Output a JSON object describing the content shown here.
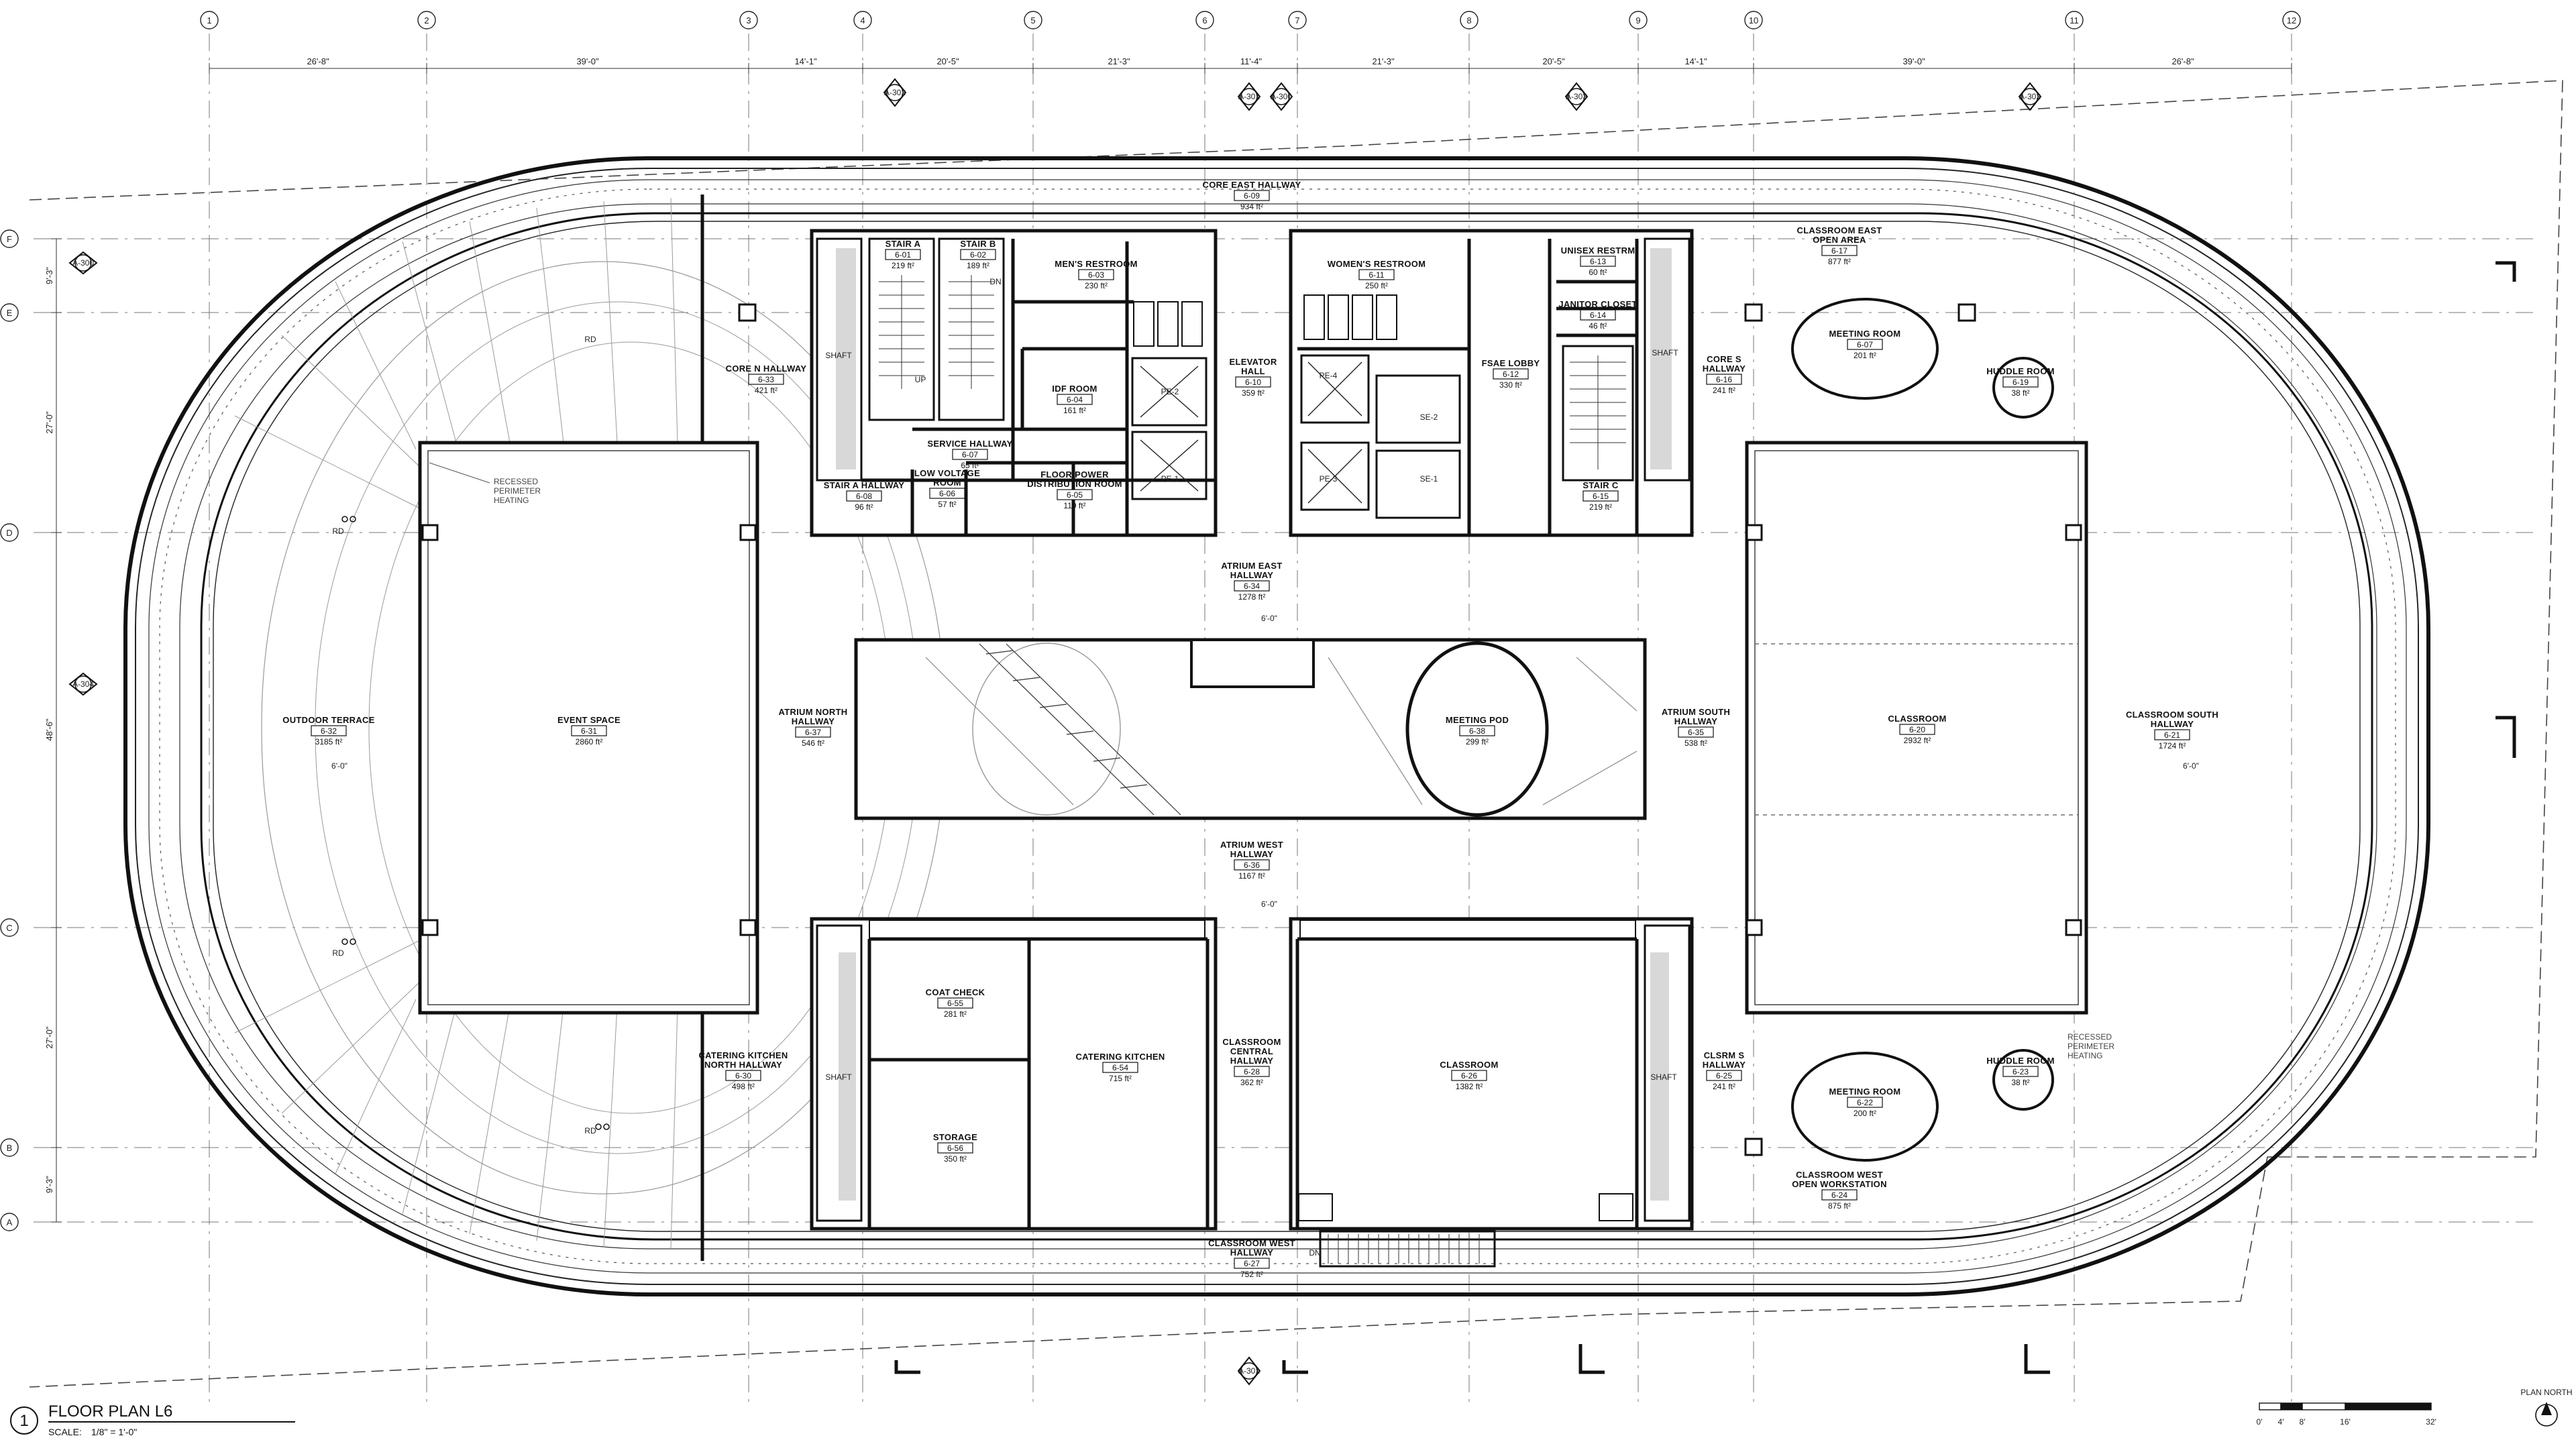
{
  "plan": {
    "title": "FLOOR PLAN L6",
    "view_number": "1",
    "scale_label": "SCALE:",
    "scale_value": "1/8\" = 1'-0\"",
    "north_label": "PLAN NORTH",
    "scalebar_ticks": [
      "0'",
      "4'",
      "8'",
      "16'",
      "32'"
    ]
  },
  "grid": {
    "columns": [
      "1",
      "2",
      "3",
      "4",
      "5",
      "6",
      "7",
      "8",
      "9",
      "10",
      "11",
      "12"
    ],
    "rows": [
      "F",
      "E",
      "D",
      "C",
      "B",
      "A"
    ],
    "column_dimensions": [
      "26'-8\"",
      "39'-0\"",
      "14'-1\"",
      "20'-5\"",
      "21'-3\"",
      "11'-4\"",
      "21'-3\"",
      "20'-5\"",
      "14'-1\"",
      "39'-0\"",
      "26'-8\""
    ],
    "row_dimensions": [
      "9'-3\"",
      "27'-0\"",
      "48'-6\"",
      "27'-0\"",
      "9'-3\""
    ]
  },
  "section_markers": [
    "A-302",
    "A-301",
    "A-300",
    "A-303",
    "A-302",
    "A-300",
    "A-304",
    "A-301"
  ],
  "elevation_level": "6'-0\"",
  "roof_drain": "RD",
  "notes": {
    "perimeter_heating_west": [
      "RECESSED",
      "PERIMETER",
      "HEATING"
    ],
    "perimeter_heating_east": [
      "RECESSED",
      "PERIMETER",
      "HEATING"
    ]
  },
  "labels": {
    "shaft": "SHAFT",
    "up": "UP",
    "dn": "DN",
    "pe1": "PE-1",
    "pe2": "PE-2",
    "pe3": "PE-3",
    "pe4": "PE-4",
    "se1": "SE-1",
    "se2": "SE-2"
  },
  "rooms": [
    {
      "id": "r01",
      "name": "STAIR A",
      "number": "6-01",
      "area": "219 ft²"
    },
    {
      "id": "r02",
      "name": "STAIR B",
      "number": "6-02",
      "area": "189 ft²"
    },
    {
      "id": "r03",
      "name": "MEN'S RESTROOM",
      "number": "6-03",
      "area": "230 ft²"
    },
    {
      "id": "r04",
      "name": "IDF ROOM",
      "number": "6-04",
      "area": "161 ft²"
    },
    {
      "id": "r05",
      "name": "FLOOR POWER DISTRIBUTION ROOM",
      "number": "6-05",
      "area": "119 ft²"
    },
    {
      "id": "r06",
      "name": "LOW VOLTAGE ROOM",
      "number": "6-06",
      "area": "57 ft²"
    },
    {
      "id": "r07",
      "name": "SERVICE HALLWAY",
      "number": "6-07",
      "area": "65 ft²"
    },
    {
      "id": "r08",
      "name": "STAIR A HALLWAY",
      "number": "6-08",
      "area": "96 ft²"
    },
    {
      "id": "r09",
      "name": "CORE EAST HALLWAY",
      "number": "6-09",
      "area": "934 ft²"
    },
    {
      "id": "r10",
      "name": "ELEVATOR HALL",
      "number": "6-10",
      "area": "359 ft²"
    },
    {
      "id": "r11",
      "name": "WOMEN'S RESTROOM",
      "number": "6-11",
      "area": "250 ft²"
    },
    {
      "id": "r12",
      "name": "FSAE LOBBY",
      "number": "6-12",
      "area": "330 ft²"
    },
    {
      "id": "r13",
      "name": "UNISEX RESTRM",
      "number": "6-13",
      "area": "60 ft²"
    },
    {
      "id": "r14",
      "name": "JANITOR CLOSET",
      "number": "6-14",
      "area": "46 ft²"
    },
    {
      "id": "r15",
      "name": "STAIR C",
      "number": "6-15",
      "area": "219 ft²"
    },
    {
      "id": "r16",
      "name": "CORE S HALLWAY",
      "number": "6-16",
      "area": "241 ft²"
    },
    {
      "id": "r17",
      "name": "CLASSROOM EAST OPEN AREA",
      "number": "6-17",
      "area": "877 ft²"
    },
    {
      "id": "r18",
      "name": "MEETING ROOM",
      "number": "6-07",
      "area": "201 ft²"
    },
    {
      "id": "r19",
      "name": "HUDDLE ROOM",
      "number": "6-19",
      "area": "38 ft²"
    },
    {
      "id": "r20",
      "name": "CLASSROOM",
      "number": "6-20",
      "area": "2932 ft²"
    },
    {
      "id": "r21",
      "name": "CLASSROOM SOUTH HALLWAY",
      "number": "6-21",
      "area": "1724 ft²"
    },
    {
      "id": "r22",
      "name": "MEETING ROOM",
      "number": "6-22",
      "area": "200 ft²"
    },
    {
      "id": "r23",
      "name": "HUDDLE ROOM",
      "number": "6-23",
      "area": "38 ft²"
    },
    {
      "id": "r24",
      "name": "CLASSROOM WEST OPEN WORKSTATION",
      "number": "6-24",
      "area": "875 ft²"
    },
    {
      "id": "r25",
      "name": "CLSRM S HALLWAY",
      "number": "6-25",
      "area": "241 ft²"
    },
    {
      "id": "r26",
      "name": "CLASSROOM",
      "number": "6-26",
      "area": "1382 ft²"
    },
    {
      "id": "r27",
      "name": "CLASSROOM WEST HALLWAY",
      "number": "6-27",
      "area": "752 ft²"
    },
    {
      "id": "r28",
      "name": "CLASSROOM CENTRAL HALLWAY",
      "number": "6-28",
      "area": "362 ft²"
    },
    {
      "id": "r30",
      "name": "CATERING KITCHEN NORTH HALLWAY",
      "number": "6-30",
      "area": "498 ft²"
    },
    {
      "id": "r31",
      "name": "EVENT SPACE",
      "number": "6-31",
      "area": "2860 ft²"
    },
    {
      "id": "r32",
      "name": "OUTDOOR TERRACE",
      "number": "6-32",
      "area": "3185 ft²"
    },
    {
      "id": "r33",
      "name": "CORE N HALLWAY",
      "number": "6-33",
      "area": "421 ft²"
    },
    {
      "id": "r34",
      "name": "ATRIUM EAST HALLWAY",
      "number": "6-34",
      "area": "1278 ft²"
    },
    {
      "id": "r35",
      "name": "ATRIUM SOUTH HALLWAY",
      "number": "6-35",
      "area": "538 ft²"
    },
    {
      "id": "r36",
      "name": "ATRIUM WEST HALLWAY",
      "number": "6-36",
      "area": "1167 ft²"
    },
    {
      "id": "r37",
      "name": "ATRIUM NORTH HALLWAY",
      "number": "6-37",
      "area": "546 ft²"
    },
    {
      "id": "r38",
      "name": "MEETING POD",
      "number": "6-38",
      "area": "299 ft²"
    },
    {
      "id": "r54",
      "name": "CATERING KITCHEN",
      "number": "6-54",
      "area": "715 ft²"
    },
    {
      "id": "r55",
      "name": "COAT CHECK",
      "number": "6-55",
      "area": "281 ft²"
    },
    {
      "id": "r56",
      "name": "STORAGE",
      "number": "6-56",
      "area": "350 ft²"
    }
  ]
}
